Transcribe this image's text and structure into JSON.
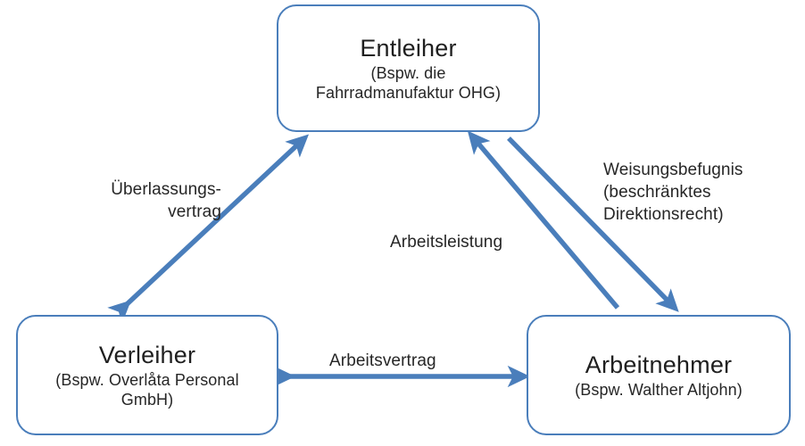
{
  "diagram": {
    "title_visible": false,
    "accent_color": "#4A7EBB",
    "background_color": "#FFFFFF",
    "text_color": "#262626"
  },
  "nodes": [
    {
      "id": "entleiher",
      "title": "Entleiher",
      "subtitle_lines": [
        "(Bspw. die",
        "Fahrradmanufaktur OHG)"
      ]
    },
    {
      "id": "verleiher",
      "title": "Verleiher",
      "subtitle_lines": [
        "(Bspw. Overlåta Personal",
        "GmbH)"
      ]
    },
    {
      "id": "arbeitnehmer",
      "title": "Arbeitnehmer",
      "subtitle_lines": [
        "(Bspw. Walther Altjohn)"
      ]
    }
  ],
  "edges": [
    {
      "id": "ueberlassungsvertrag",
      "label_lines": [
        "Überlassungs-",
        "vertrag"
      ],
      "from": "verleiher",
      "to": "entleiher",
      "arrowheads": "both"
    },
    {
      "id": "arbeitsleistung",
      "label_lines": [
        "Arbeitsleistung"
      ],
      "from": "arbeitnehmer",
      "to": "entleiher",
      "arrowheads": "end"
    },
    {
      "id": "weisungsbefugnis",
      "label_lines": [
        "Weisungsbefugnis",
        "(beschränktes",
        "Direktionsrecht)"
      ],
      "from": "entleiher",
      "to": "arbeitnehmer",
      "arrowheads": "end"
    },
    {
      "id": "arbeitsvertrag",
      "label_lines": [
        "Arbeitsvertrag"
      ],
      "from": "verleiher",
      "to": "arbeitnehmer",
      "arrowheads": "both"
    }
  ]
}
